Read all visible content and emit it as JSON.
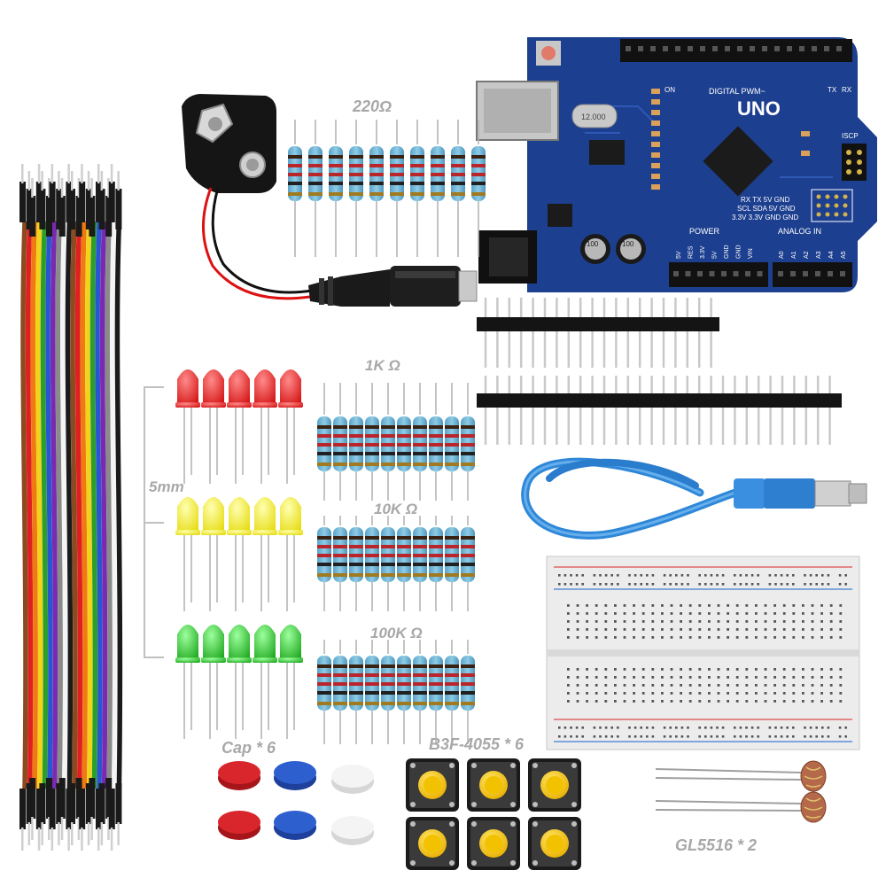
{
  "labels": {
    "r220": "220Ω",
    "r1k": "1K Ω",
    "r10k": "10K Ω",
    "r100k": "100K Ω",
    "led_size": "5mm",
    "cap": "Cap * 6",
    "button": "B3F-4055 * 6",
    "ldr": "GL5516 * 2"
  },
  "board": {
    "logo": "UNO",
    "digital": "DIGITAL PWM~",
    "power": "POWER",
    "analog": "ANALOG IN",
    "icsp": "ISCP",
    "crystal": "12.000",
    "cap_value": "100",
    "header_right_1": "RX  TX  5V  GND",
    "header_right_2": "SCL  SDA  5V  GND",
    "header_right_3": "3.3V 3.3V GND GND",
    "power_pins": [
      "5V",
      "RES",
      "3.3V",
      "5V",
      "GND",
      "GND",
      "VIN"
    ],
    "analog_pins": [
      "A0",
      "A1",
      "A2",
      "A3",
      "A4",
      "A5"
    ],
    "on_label": "ON",
    "tx_label": "TX",
    "rx_label": "RX"
  },
  "colors": {
    "board_blue": "#1d3f8f",
    "resistor_body": "#6fb3d4",
    "led_red": "#e21b1b",
    "led_yellow": "#f3ee2a",
    "led_green": "#2cbc2c",
    "usb_cable": "#2f87d8",
    "cap_red": "#d8262c",
    "cap_blue": "#2d5fcf",
    "cap_white": "#f2f2f2",
    "button_yellow": "#f4c400"
  },
  "jumper_wire_colors": [
    "#8b4a1f",
    "#e02020",
    "#f07a12",
    "#f2d21a",
    "#2aa02a",
    "#2a55d0",
    "#7a2ab0",
    "#8a8a8a",
    "#f4f4f4",
    "#1a1a1a"
  ]
}
